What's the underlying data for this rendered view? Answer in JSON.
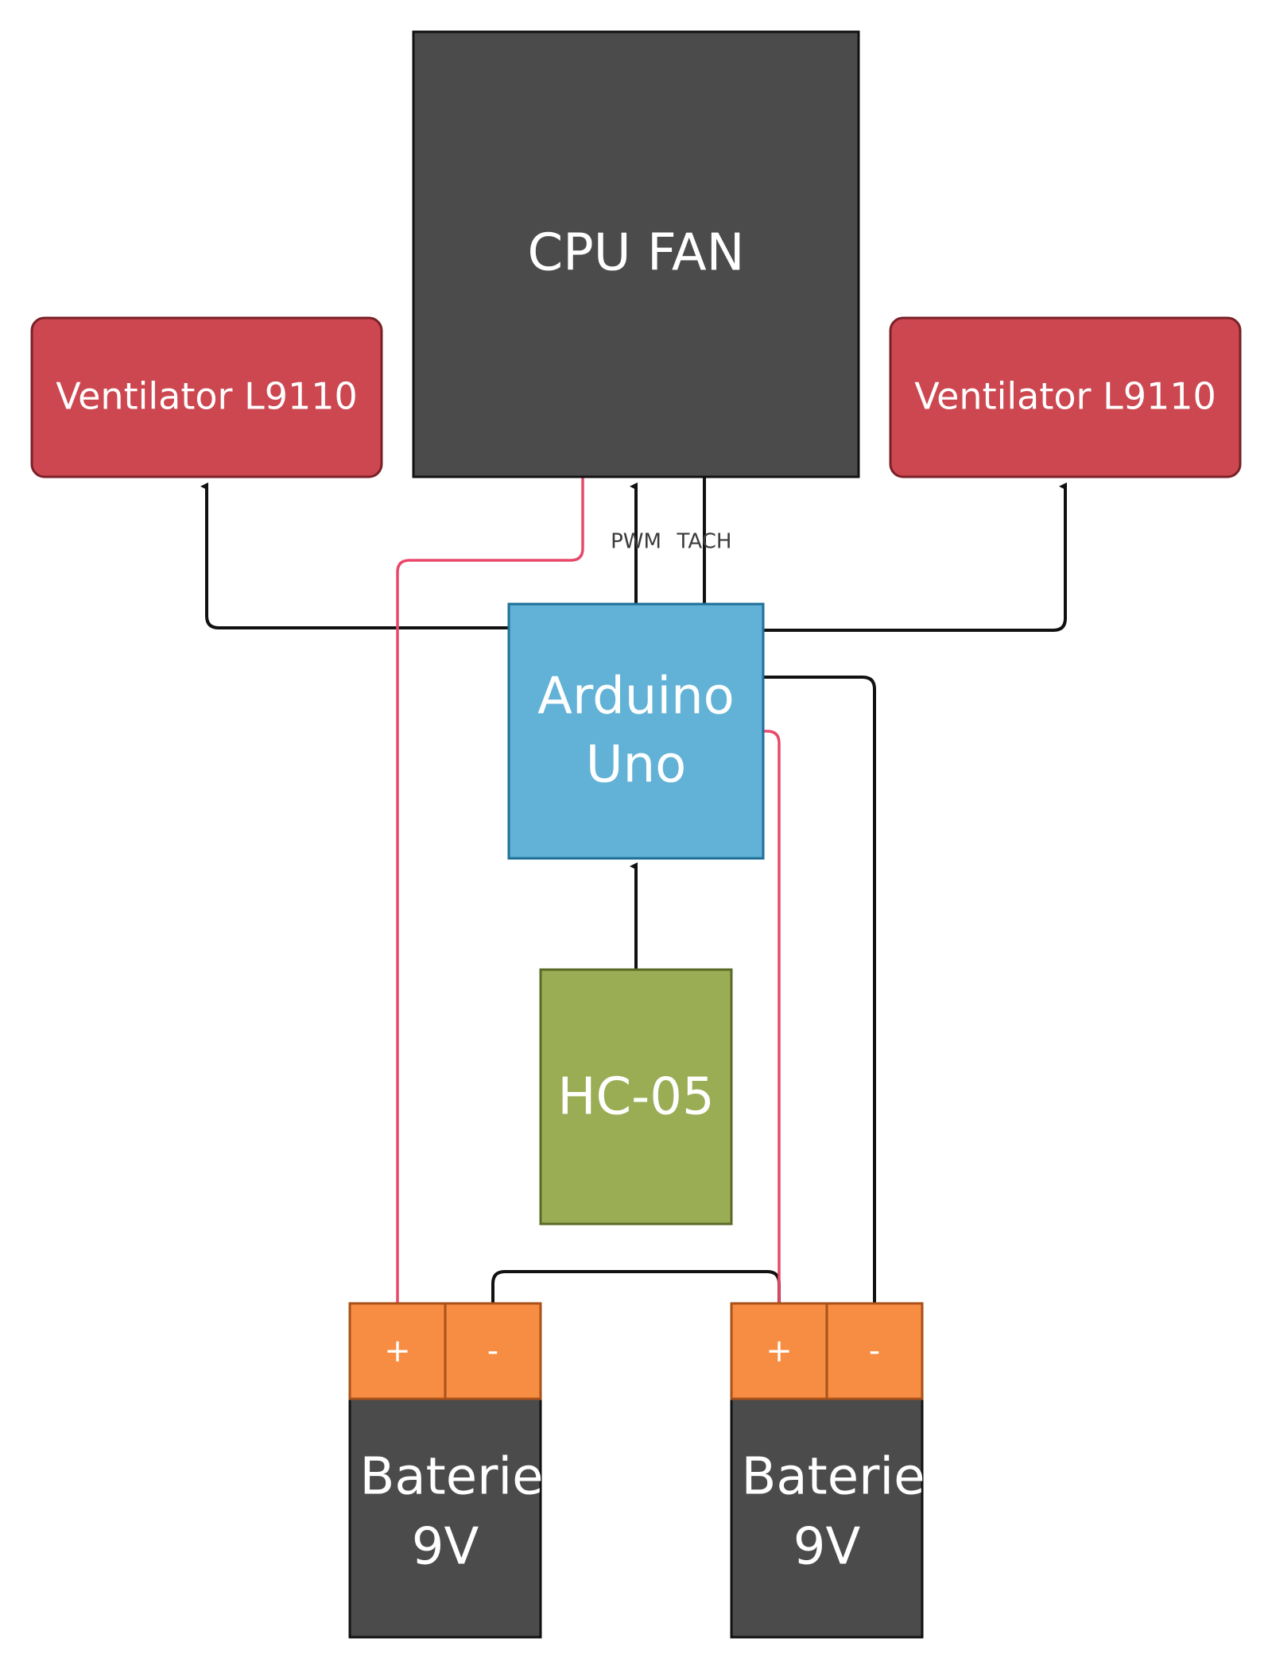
{
  "colors": {
    "cpu_fan": "#4b4b4b",
    "ventilator": "#cc4750",
    "arduino": "#61b2d6",
    "hc05": "#9aad54",
    "battery": "#4b4b4b",
    "terminal": "#f78c43",
    "wire_black": "#111111",
    "wire_red": "#e8496b"
  },
  "nodes": {
    "cpu_fan": {
      "label": "CPU FAN"
    },
    "ventilator_left": {
      "label": "Ventilator L9110"
    },
    "ventilator_right": {
      "label": "Ventilator L9110"
    },
    "arduino": {
      "line1": "Arduino",
      "line2": "Uno"
    },
    "hc05": {
      "label": "HC-05"
    },
    "battery_left": {
      "line1": "Baterie",
      "line2": "9V",
      "plus": "+",
      "minus": "-"
    },
    "battery_right": {
      "line1": "Baterie",
      "line2": "9V",
      "plus": "+",
      "minus": "-"
    }
  },
  "edges": {
    "pwm_label": "PWM",
    "tach_label": "TACH"
  }
}
